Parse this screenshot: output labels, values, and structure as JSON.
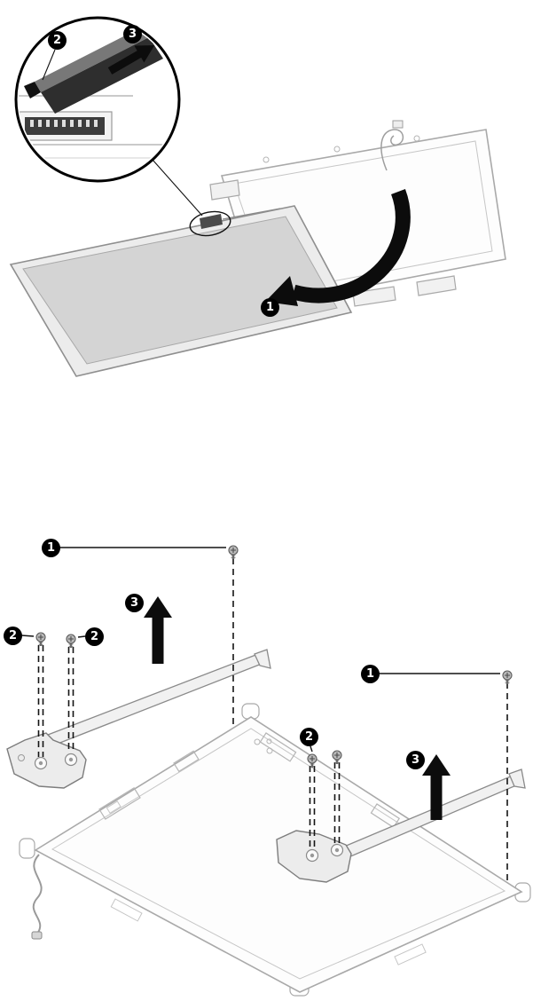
{
  "page": {
    "background_color": "#ffffff"
  },
  "colors": {
    "outline_gray": "#a9a9a9",
    "detail_gray": "#b5b5b5",
    "bracket_fill": "#ececec",
    "panel_fill": "#e3e3e3",
    "dark_part": "#2e2e2e",
    "callout_background": "#000000",
    "callout_text": "#ffffff"
  },
  "figure_top": {
    "alt": "Display panel rotated off the display back cover with display cable connector detail",
    "callouts": {
      "panel_rotate": {
        "label": "1"
      },
      "cable_connector": {
        "label": "2"
      },
      "cable_disconnect_arrow": {
        "label": "3"
      }
    }
  },
  "figure_bottom": {
    "alt": "Display hinges and hinge brackets removed from the display back cover",
    "callouts": {
      "left_hinge_screw": {
        "label": "1"
      },
      "left_bracket_screw_a": {
        "label": "2"
      },
      "left_bracket_screw_b": {
        "label": "2"
      },
      "left_hinge_lift": {
        "label": "3"
      },
      "right_hinge_screw": {
        "label": "1"
      },
      "right_bracket_screws": {
        "label": "2"
      },
      "right_hinge_lift": {
        "label": "3"
      }
    }
  }
}
